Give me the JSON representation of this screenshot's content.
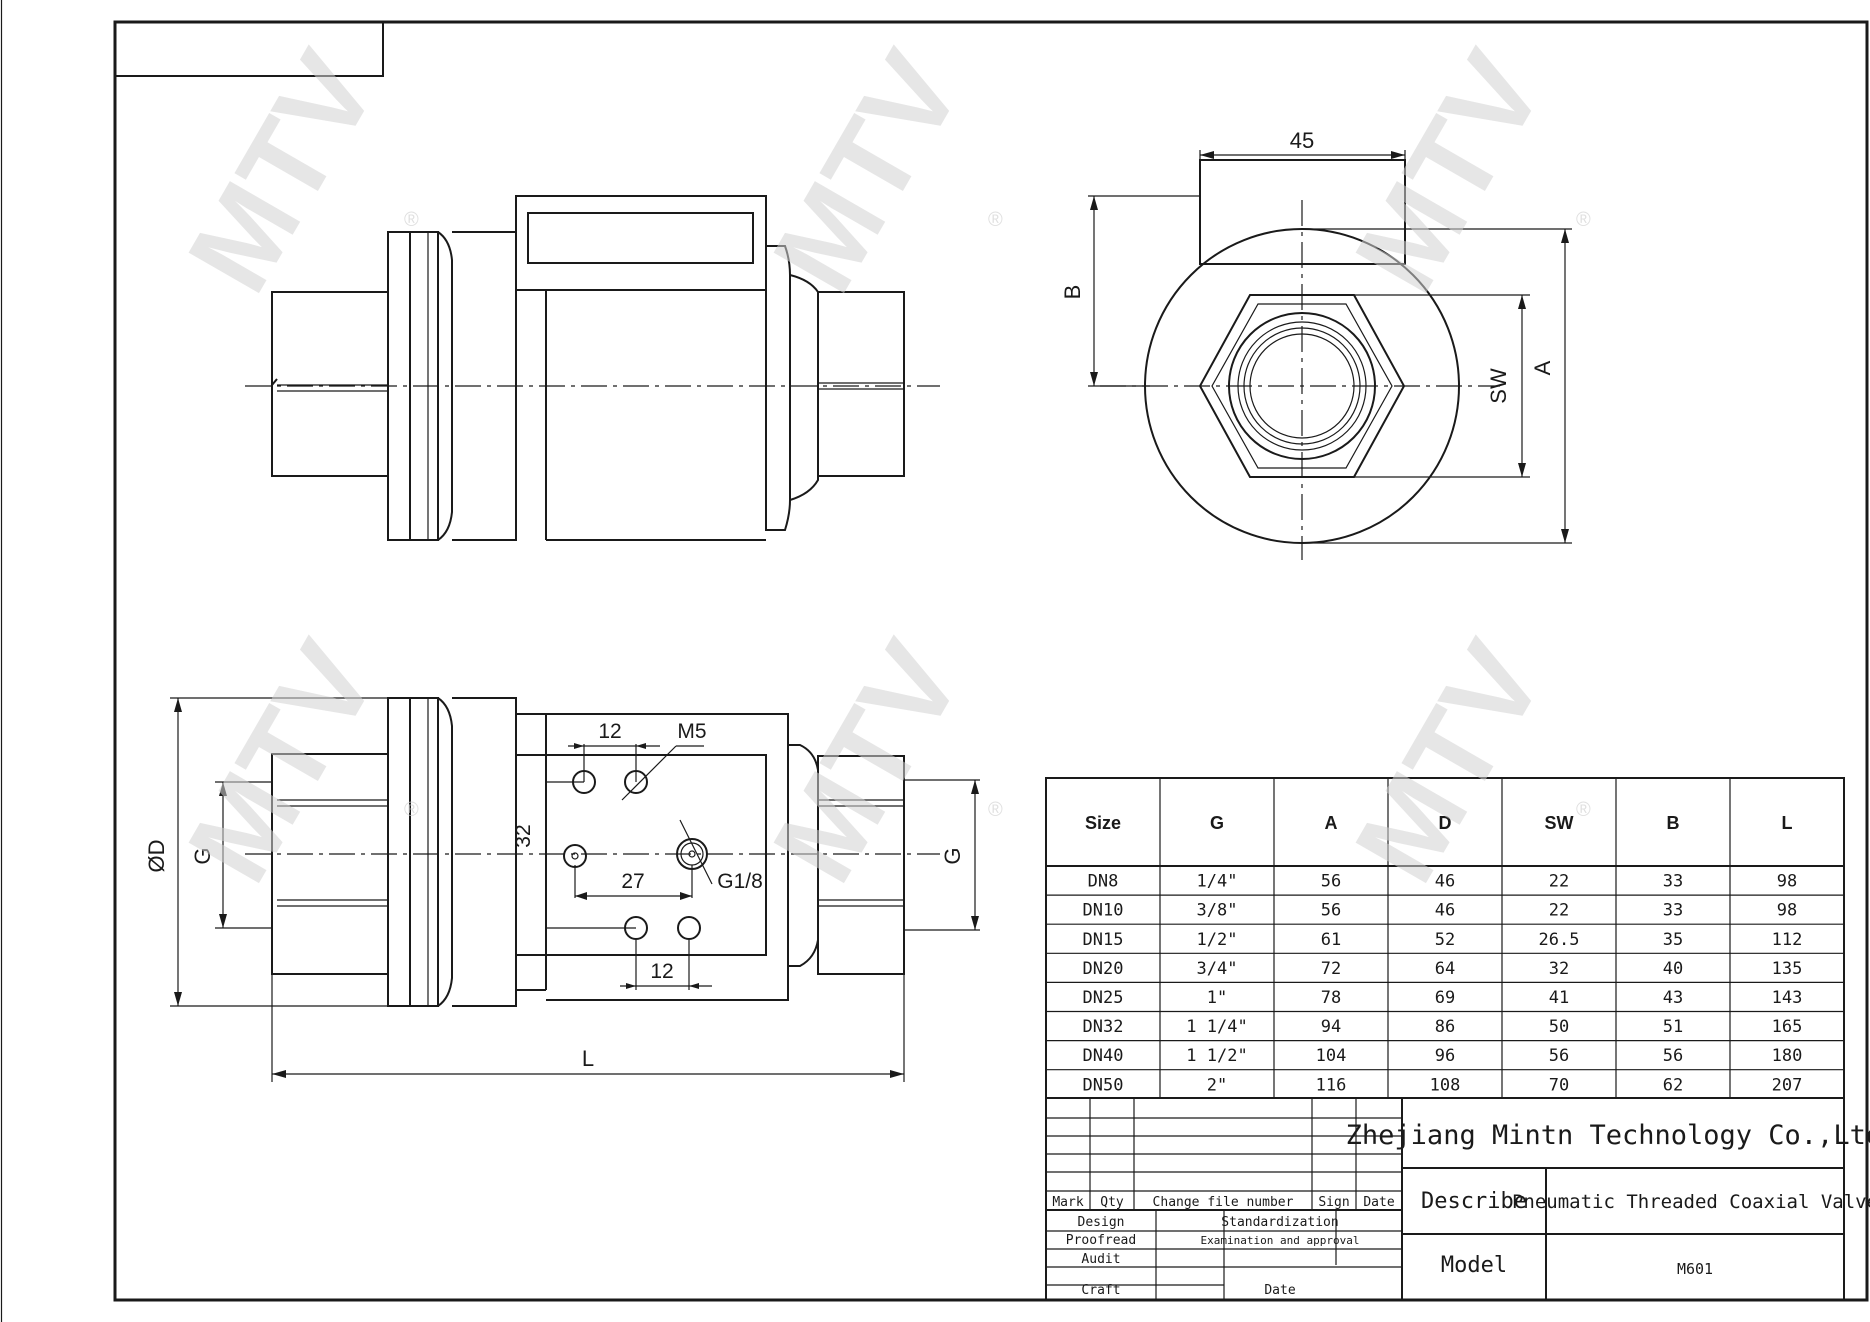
{
  "watermark": {
    "text": "MTV",
    "mark": "®"
  },
  "dimensions": {
    "side_width": "45",
    "side_b": "B",
    "side_sw": "SW",
    "side_a": "A",
    "front_12_top": "12",
    "front_m5": "M5",
    "front_32": "32",
    "front_27": "27",
    "front_g18": "G1/8",
    "front_12_bottom": "12",
    "front_phi_d": "ØD",
    "front_g_left": "G",
    "front_g_right": "G",
    "front_l": "L"
  },
  "size_table": {
    "headers": [
      "Size",
      "G",
      "A",
      "D",
      "SW",
      "B",
      "L"
    ],
    "rows": [
      [
        "DN8",
        "1/4\"",
        "56",
        "46",
        "22",
        "33",
        "98"
      ],
      [
        "DN10",
        "3/8\"",
        "56",
        "46",
        "22",
        "33",
        "98"
      ],
      [
        "DN15",
        "1/2\"",
        "61",
        "52",
        "26.5",
        "35",
        "112"
      ],
      [
        "DN20",
        "3/4\"",
        "72",
        "64",
        "32",
        "40",
        "135"
      ],
      [
        "DN25",
        "1\"",
        "78",
        "69",
        "41",
        "43",
        "143"
      ],
      [
        "DN32",
        "1 1/4\"",
        "94",
        "86",
        "50",
        "51",
        "165"
      ],
      [
        "DN40",
        "1 1/2\"",
        "104",
        "96",
        "56",
        "56",
        "180"
      ],
      [
        "DN50",
        "2\"",
        "116",
        "108",
        "70",
        "62",
        "207"
      ]
    ]
  },
  "title_block": {
    "company": "Zhejiang Mintn Technology Co.,Ltd.",
    "describe_label": "Describe",
    "describe_value": "Pneumatic Threaded Coaxial Valve",
    "model_label": "Model",
    "model_value": "M601",
    "rev_headers": [
      "Mark",
      "Qty",
      "Change file number",
      "Sign",
      "Date"
    ],
    "sign_rows": [
      "Design",
      "Proofread",
      "Audit",
      "Craft"
    ],
    "standardization": "Standardization",
    "examination": "Examination and approval",
    "date": "Date"
  }
}
